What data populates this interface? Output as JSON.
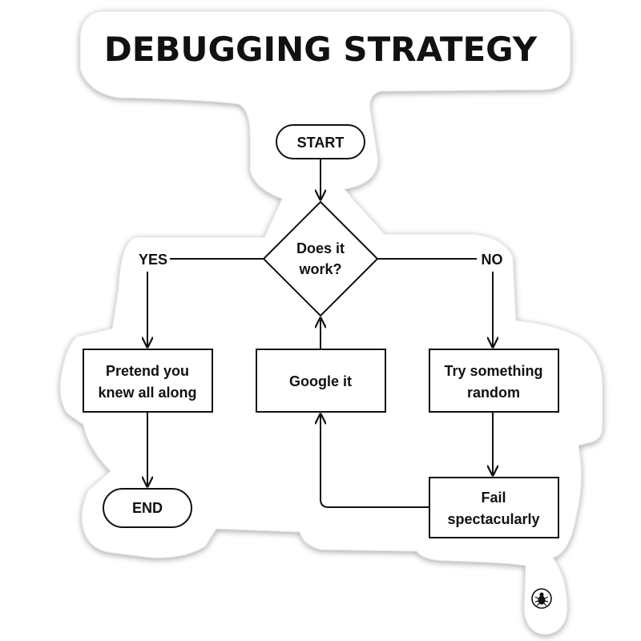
{
  "title": "DEBUGGING STRATEGY",
  "nodes": {
    "start": "START",
    "decision_line1": "Does it",
    "decision_line2": "work?",
    "pretend_line1": "Pretend you",
    "pretend_line2": "knew all along",
    "google": "Google it",
    "try_line1": "Try something",
    "try_line2": "random",
    "fail_line1": "Fail",
    "fail_line2": "spectacularly",
    "end": "END"
  },
  "edges": {
    "yes": "YES",
    "no": "NO"
  },
  "colors": {
    "ink": "#111111",
    "sticker_bg": "#ffffff",
    "shadow": "#d9d9d9",
    "page_bg": "#ffffff"
  },
  "icons": {
    "bug": "bug-icon"
  }
}
